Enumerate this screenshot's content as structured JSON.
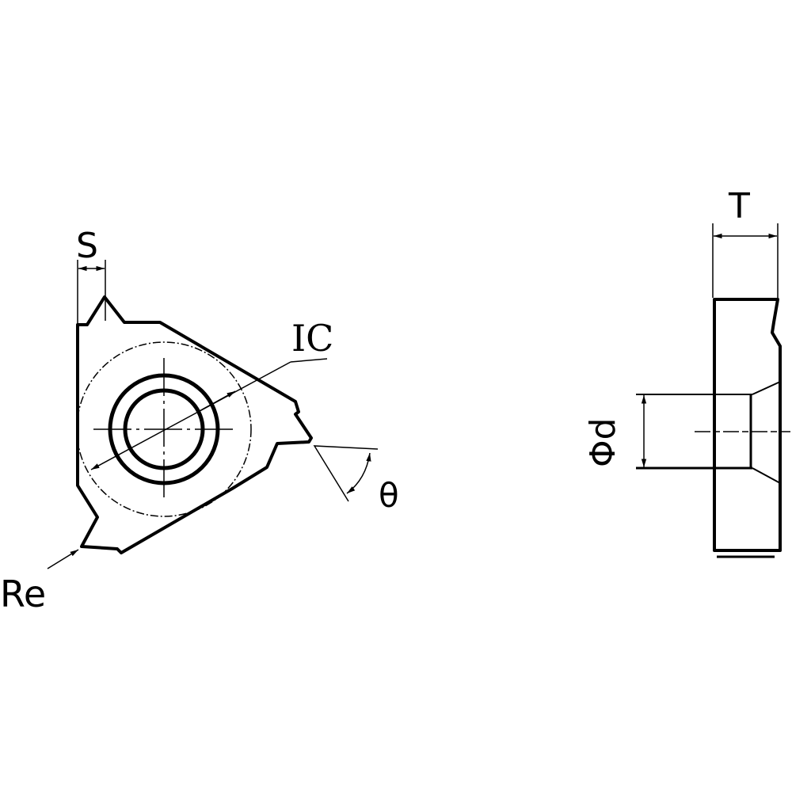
{
  "labels": {
    "s": "S",
    "ic": "IC",
    "theta": "θ",
    "re": "Re",
    "t": "T",
    "phi_d": "Φd"
  },
  "colors": {
    "line": "#000000",
    "background": "#ffffff"
  }
}
